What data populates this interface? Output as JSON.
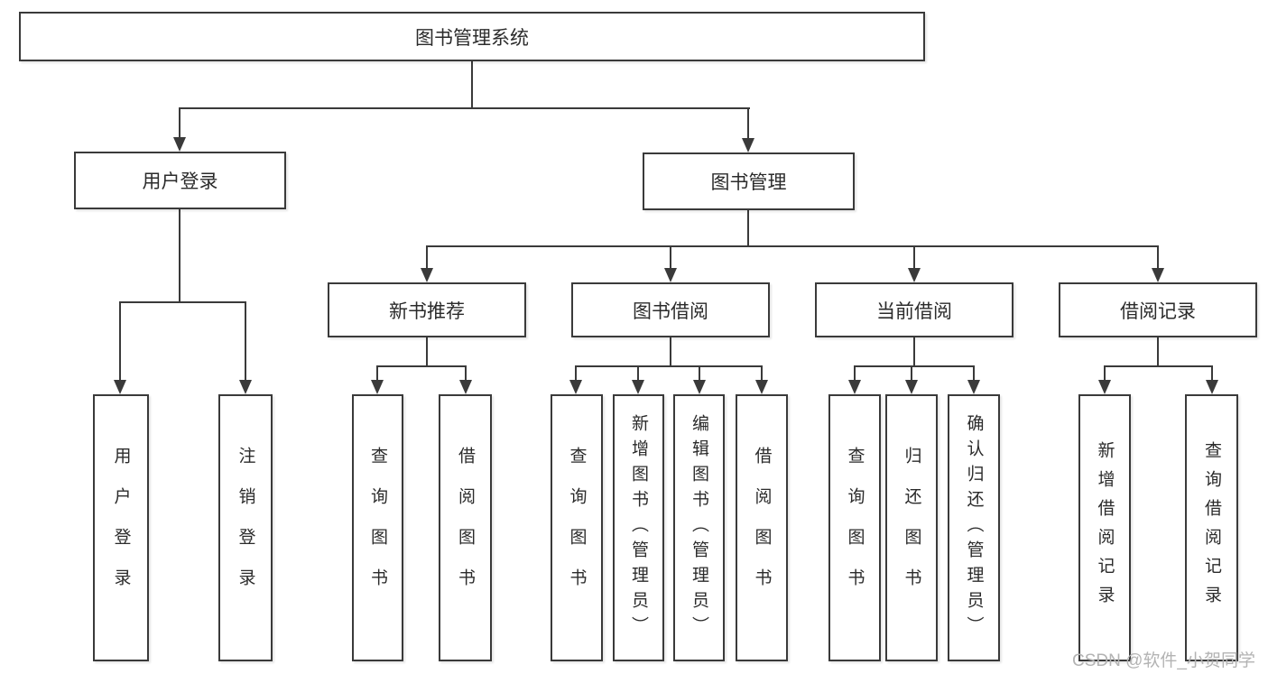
{
  "tree": {
    "root": "图书管理系统",
    "l1": [
      "用户登录",
      "图书管理"
    ],
    "l2": [
      "新书推荐",
      "图书借阅",
      "当前借阅",
      "借阅记录"
    ],
    "leaves_user": [
      "用户登录",
      "注销登录"
    ],
    "leaves_newbook": [
      "查询图书",
      "借阅图书"
    ],
    "leaves_borrow": [
      "查询图书",
      "新增图书（管理员）",
      "编辑图书（管理员）",
      "借阅图书"
    ],
    "leaves_current": [
      "查询图书",
      "归还图书",
      "确认归还（管理员）"
    ],
    "leaves_record": [
      "新增借阅记录",
      "查询借阅记录"
    ]
  },
  "watermark": "CSDN @软件_小贺同学",
  "colors": {
    "line": "#3a3a3a",
    "text": "#2b2b2b",
    "watermark": "#b3b3b3",
    "background": "#ffffff"
  }
}
